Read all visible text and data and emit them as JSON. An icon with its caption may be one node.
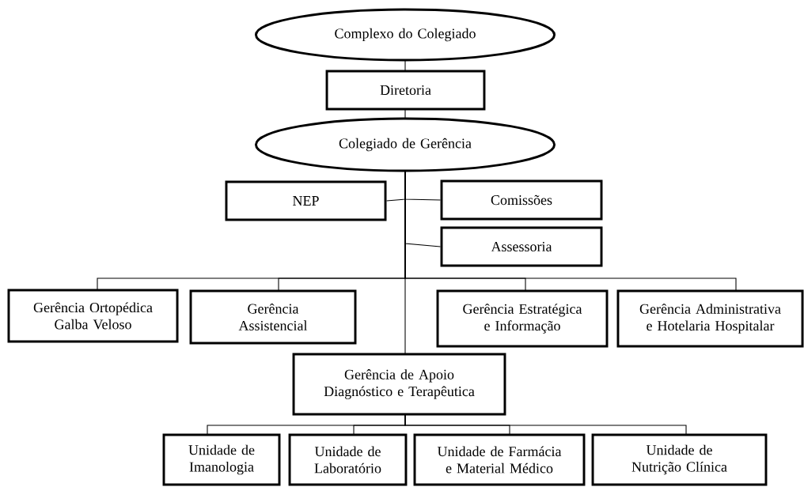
{
  "diagram": {
    "nodes": [
      {
        "text": [
          "Complexo do Colegiado"
        ]
      },
      {
        "text": [
          "Diretoria"
        ]
      },
      {
        "text": [
          "Colegiado de Gerência"
        ]
      },
      {
        "text": [
          "NEP"
        ]
      },
      {
        "text": [
          "Comissões"
        ]
      },
      {
        "text": [
          "Assessoria"
        ]
      },
      {
        "text": [
          "Gerência Ortopédica Galba Veloso"
        ]
      },
      {
        "text": [
          "Gerência Assistencial"
        ]
      },
      {
        "text": [
          "Gerência Estratégica e Informação"
        ]
      },
      {
        "text": [
          "Gerência Administrativa e Hotelaria Hospitalar"
        ]
      },
      {
        "text": [
          "Gerência de Apoio Diagnóstico e Terapêutica"
        ]
      },
      {
        "text": [
          "Unidade de Imanologia"
        ]
      },
      {
        "text": [
          "Unidade de Laboratório"
        ]
      },
      {
        "text": [
          "Unidade de Farmácia e Material Médico"
        ]
      },
      {
        "text": [
          "Unidade de Nutrição Clínica"
        ]
      }
    ],
    "edges": [
      {
        "from": 0,
        "to": 1,
        "arrow": "none"
      },
      {
        "from": 1,
        "to": 2,
        "arrow": "none"
      },
      {
        "from": 2,
        "to": 3,
        "arrow": "none"
      },
      {
        "from": 2,
        "to": 4,
        "arrow": "none"
      },
      {
        "from": 2,
        "to": 5,
        "arrow": "none"
      },
      {
        "from": 2,
        "to": 6,
        "arrow": "none"
      },
      {
        "from": 2,
        "to": 7,
        "arrow": "none"
      },
      {
        "from": 2,
        "to": 8,
        "arrow": "none"
      },
      {
        "from": 2,
        "to": 9,
        "arrow": "none"
      },
      {
        "from": 2,
        "to": 10,
        "arrow": "none"
      },
      {
        "from": 10,
        "to": 11,
        "arrow": "none"
      },
      {
        "from": 10,
        "to": 12,
        "arrow": "none"
      },
      {
        "from": 10,
        "to": 13,
        "arrow": "none"
      },
      {
        "from": 10,
        "to": 14,
        "arrow": "none"
      }
    ]
  }
}
